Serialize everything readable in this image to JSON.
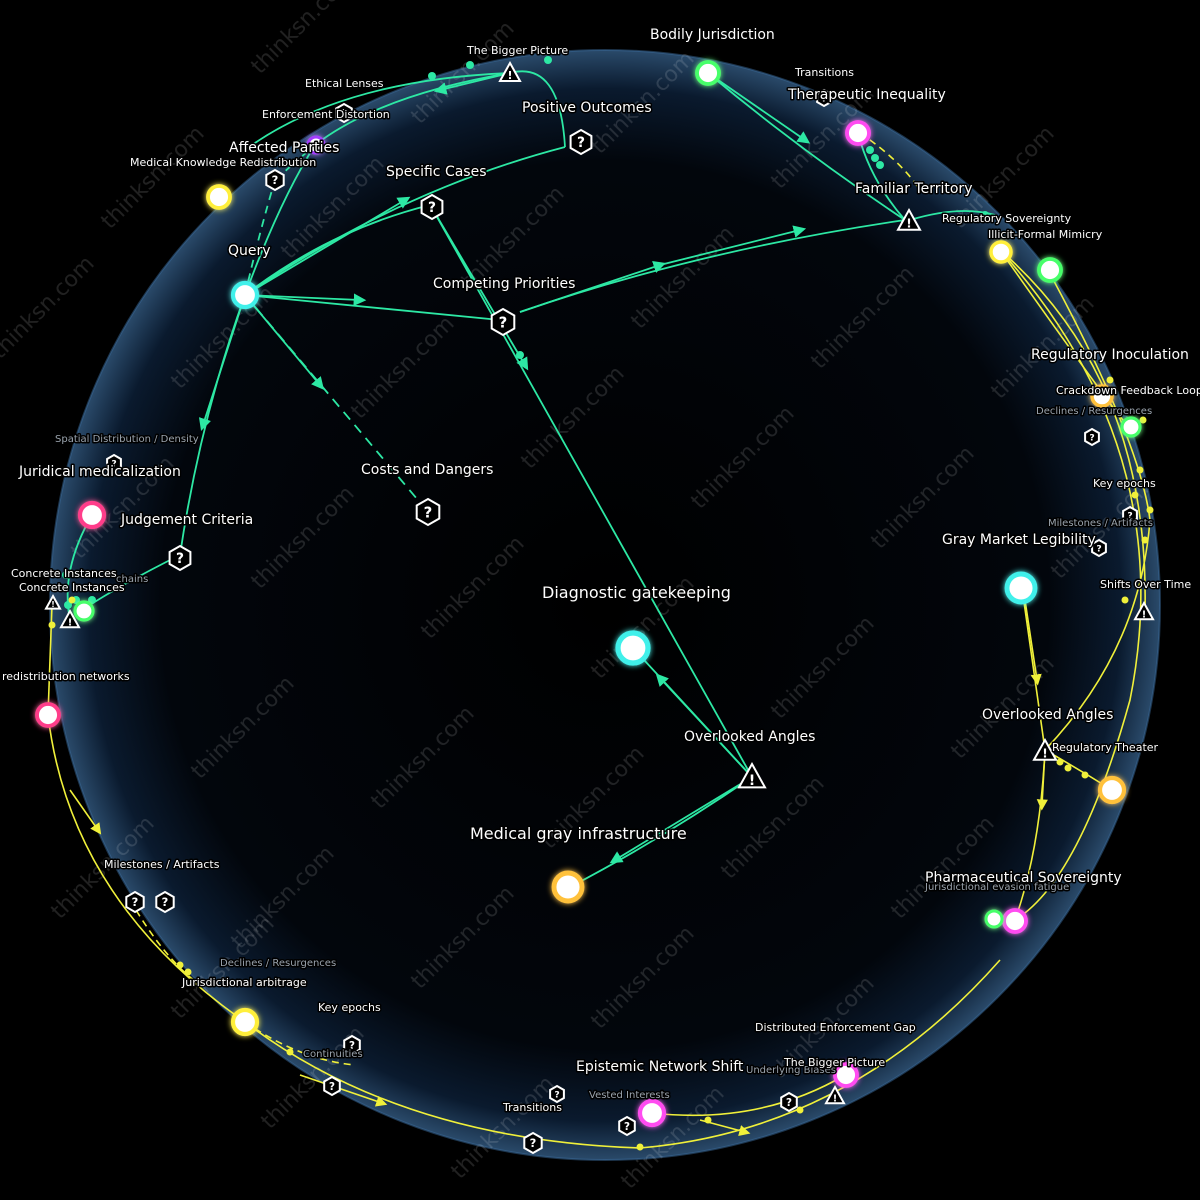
{
  "watermark": "thinksn.com",
  "colors": {
    "background": "#000000",
    "sphere": "#0a1a2e",
    "green_edge": "#2de8a4",
    "yellow_edge": "#f0f03a",
    "node_cyan": "#3ff0ea",
    "node_green": "#47ff6a",
    "node_yellow": "#ffef3a",
    "node_orange": "#ffc13a",
    "node_pink": "#ff3d8a",
    "node_magenta": "#ff4cf0",
    "node_purple": "#a53cff"
  },
  "labels": {
    "query": "Query",
    "diagnostic_gatekeeping": "Diagnostic gatekeeping",
    "medical_gray_infrastructure": "Medical gray infrastructure",
    "overlooked_angles_center": "Overlooked Angles",
    "competing_priorities": "Competing Priorities",
    "specific_cases": "Specific Cases",
    "positive_outcomes": "Positive Outcomes",
    "costs_and_dangers": "Costs and Dangers",
    "judgement_criteria": "Judgement Criteria",
    "bigger_picture_top": "The Bigger Picture",
    "ethical_lenses": "Ethical Lenses",
    "enforcement_distortion": "Enforcement Distortion",
    "affected_parties": "Affected Parties",
    "medical_knowledge_redistribution": "Medical Knowledge Redistribution",
    "bodily_jurisdiction": "Bodily Jurisdiction",
    "transitions_top": "Transitions",
    "therapeutic_inequality": "Therapeutic Inequality",
    "familiar_territory": "Familiar Territory",
    "regulatory_sovereignty": "Regulatory Sovereignty",
    "illicit_formal_mimicry": "Illicit-Formal Mimicry",
    "regulatory_inoculation": "Regulatory Inoculation",
    "crackdown_feedback_loop": "Crackdown Feedback Loop",
    "declines_resurgences_right": "Declines / Resurgences",
    "key_epochs_right": "Key epochs",
    "milestones_artifacts_right": "Milestones / Artifacts",
    "gray_market_legibility": "Gray Market Legibility",
    "shifts_over_time": "Shifts Over Time",
    "overlooked_angles_right": "Overlooked Angles",
    "regulatory_theater": "Regulatory Theater",
    "pharmaceutical_sovereignty": "Pharmaceutical Sovereignty",
    "jurisdictional_evasion_fatigue": "Jurisdictional evasion fatigue",
    "spatial_distribution": "Spatial Distribution / Density",
    "juridical_medicalization": "Juridical medicalization",
    "concrete_instances_a": "Concrete Instances",
    "concrete_instances_b": "Concrete Instances",
    "supply_chains": "chains",
    "redistribution_networks": "redistribution networks",
    "milestones_artifacts_left": "Milestones / Artifacts",
    "declines_resurgences_bottom": "Declines / Resurgences",
    "jurisdictional_arbitrage": "Jurisdictional arbitrage",
    "key_epochs_bottom": "Key epochs",
    "continuities": "Continuities",
    "transitions_bottom": "Transitions",
    "epistemic_network_shift": "Epistemic Network Shift",
    "vested_interests": "Vested Interests",
    "distributed_enforcement_gap": "Distributed Enforcement Gap",
    "underlying_biases": "Underlying Biases",
    "bigger_picture_bottom": "The Bigger Picture"
  }
}
